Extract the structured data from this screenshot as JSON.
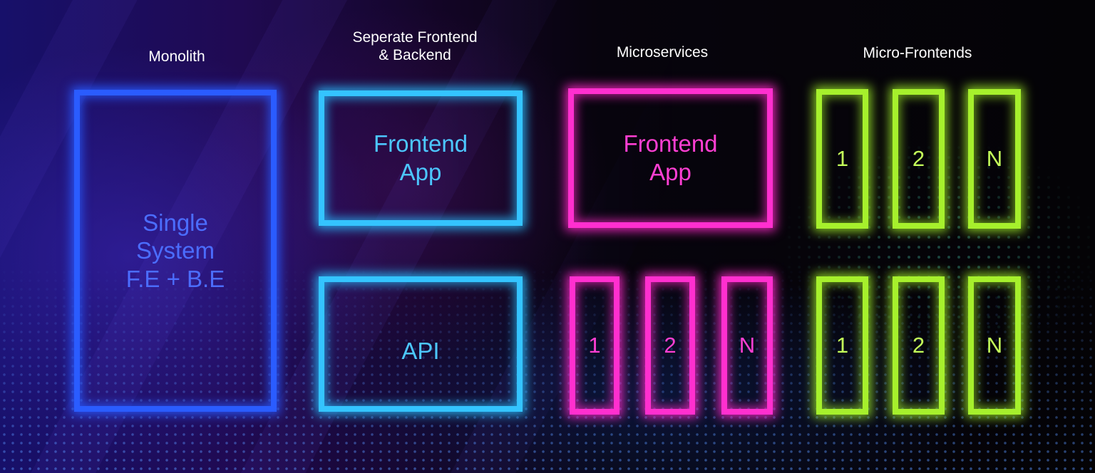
{
  "colors": {
    "monolith": "#2a5cff",
    "separate": "#34c4ff",
    "microservices": "#ff2fcf",
    "micro_frontends": "#a6f02c"
  },
  "columns": {
    "monolith": {
      "heading": "Monolith",
      "box_label": "Single\nSystem\nF.E + B.E"
    },
    "separate": {
      "heading": "Seperate Frontend\n& Backend",
      "frontend_label": "Frontend\nApp",
      "api_label": "API"
    },
    "microservices": {
      "heading": "Microservices",
      "frontend_label": "Frontend\nApp",
      "services": [
        "1",
        "2",
        "N"
      ]
    },
    "micro_frontends": {
      "heading": "Micro-Frontends",
      "top_row": [
        "1",
        "2",
        "N"
      ],
      "bottom_row": [
        "1",
        "2",
        "N"
      ]
    }
  }
}
